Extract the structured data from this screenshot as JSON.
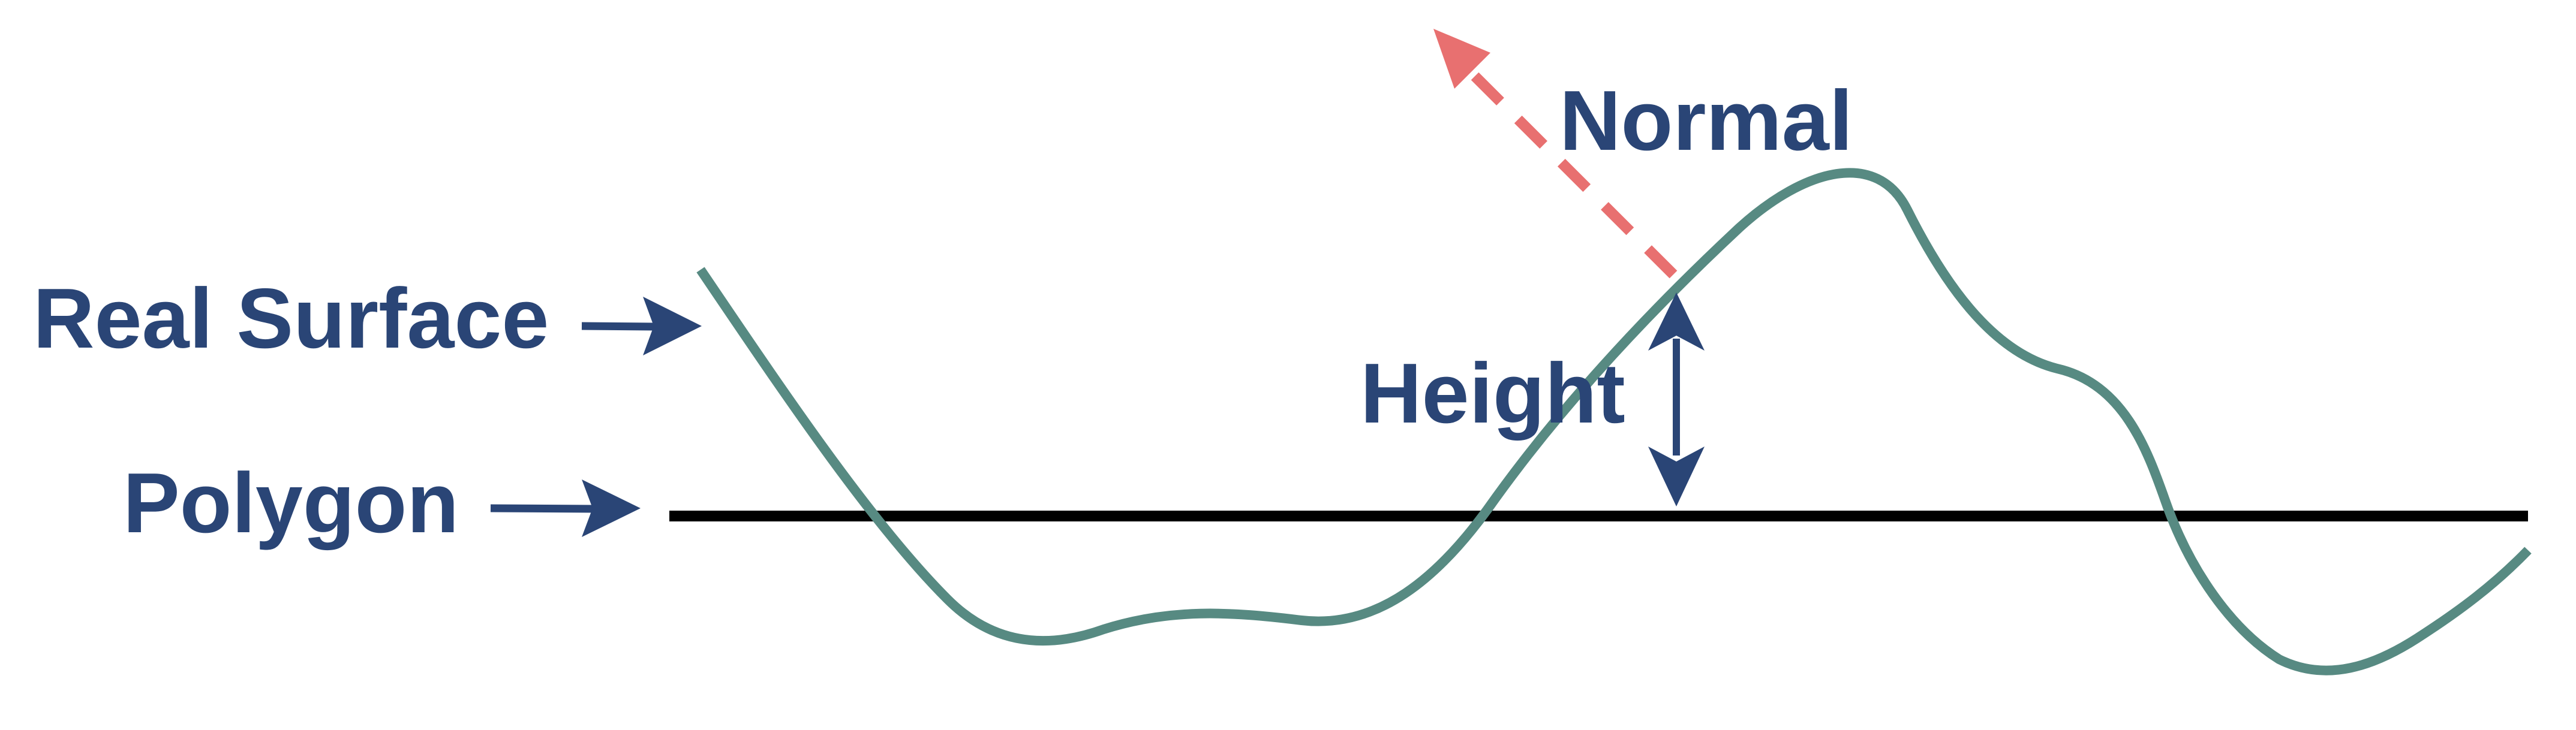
{
  "labels": {
    "real_surface": "Real Surface",
    "polygon": "Polygon",
    "height": "Height",
    "normal": "Normal"
  },
  "colors": {
    "label_text": "#2a4576",
    "arrow": "#2a4576",
    "real_surface": "#578a82",
    "polygon_line": "#000000",
    "normal_vector": "#e87070",
    "background": "#ffffff"
  }
}
